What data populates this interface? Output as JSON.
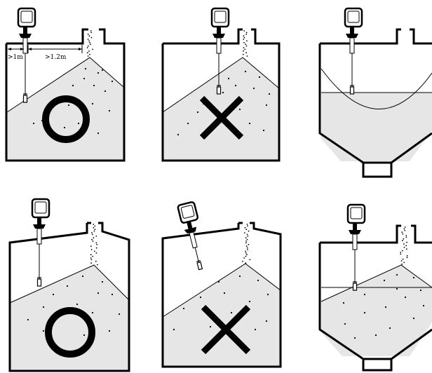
{
  "diagram": {
    "panels": [
      {
        "id": "silo-1",
        "verdict": "correct",
        "dims": {
          "wall_clearance": ">1m",
          "stream_clearance": ">1.2m"
        }
      },
      {
        "id": "silo-2",
        "verdict": "wrong"
      },
      {
        "id": "hopper-1",
        "verdict": "none"
      },
      {
        "id": "silo-3",
        "verdict": "correct"
      },
      {
        "id": "silo-4",
        "verdict": "wrong"
      },
      {
        "id": "hopper-2",
        "verdict": "none"
      }
    ]
  }
}
